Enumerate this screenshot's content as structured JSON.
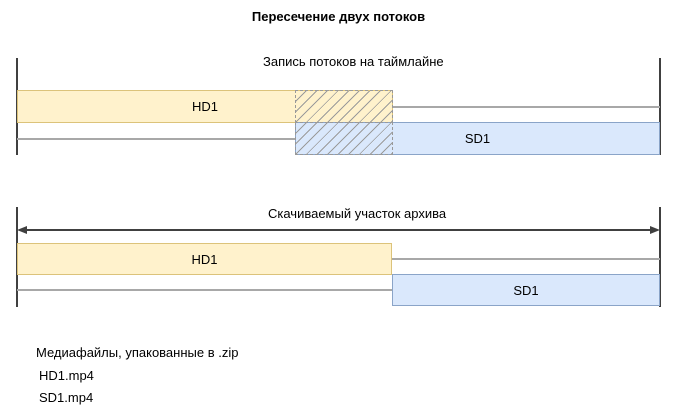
{
  "title": "Пересечение двух потоков",
  "diagram1": {
    "caption": "Запись потоков на таймлайне",
    "hd_label": "HD1",
    "sd_label": "SD1"
  },
  "diagram2": {
    "caption": "Скачиваемый участок архива",
    "hd_label": "HD1",
    "sd_label": "SD1"
  },
  "files": {
    "heading": "Медиафайлы, упакованные в .zip",
    "items": [
      "HD1.mp4",
      "SD1.mp4"
    ]
  },
  "colors": {
    "hd_fill": "#FFF2CC",
    "hd_border": "#D6B656",
    "sd_fill": "#DAE8FC",
    "sd_border": "#6C8EBF",
    "track_line": "#A8A8A8",
    "boundary_line": "#404040",
    "hatch_line": "#999999"
  }
}
